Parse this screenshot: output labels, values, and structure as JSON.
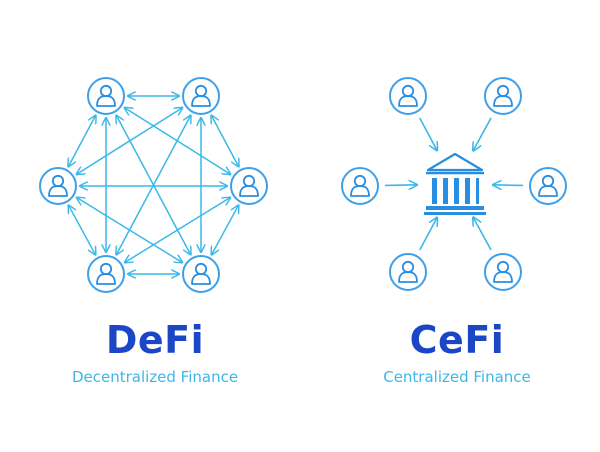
{
  "colors": {
    "light_blue": "#3bb8e8",
    "dark_blue": "#1b47c7",
    "icon_blue": "#2a8ee0"
  },
  "icons": {
    "user": "user-icon",
    "bank": "bank-icon"
  },
  "defi": {
    "title": "DeFi",
    "subtitle": "Decentralized Finance"
  },
  "cefi": {
    "title": "CeFi",
    "subtitle": "Centralized Finance"
  }
}
